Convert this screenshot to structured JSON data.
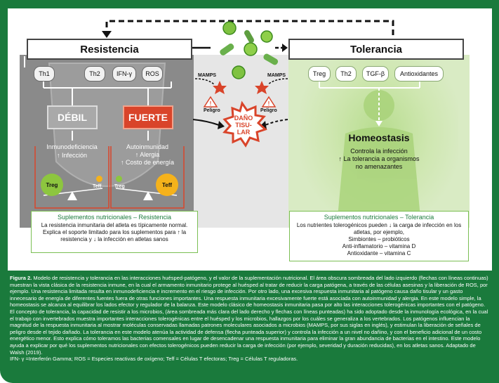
{
  "resistencia": {
    "title": "Resistencia",
    "chips": [
      "Th1",
      "Th2",
      "IFN-γ",
      "ROS"
    ],
    "debil": {
      "label": "DÉBIL",
      "line1": "Inmunodeficiencia",
      "line2": "↑ Infección",
      "treg": "Treg",
      "teff": "Teff"
    },
    "fuerte": {
      "label": "FUERTE",
      "line1": "Autoinmunidad",
      "line2": "↑ Alergia",
      "line3": "↑ Costo de energía",
      "treg": "Treg",
      "teff": "Teff"
    },
    "suplementos": {
      "title": "Suplementos nutricionales – Resistencia",
      "body": "La resistencia inmunitaria del atleta es típicamente normal. Explica el soporte limitado para los suplementos para ↑ la resistencia y ↓ la infección en atletas sanos"
    }
  },
  "center": {
    "mamps_left": "MAMPS",
    "mamps_right": "MAMPS",
    "peligro_left": "Peligro",
    "peligro_right": "Peligro",
    "dano": "DAÑO TISU- LAR"
  },
  "tolerancia": {
    "title": "Tolerancia",
    "chips": [
      "Treg",
      "Th2",
      "TGF-β",
      "Antioxidantes"
    ],
    "homeostasis": {
      "title": "Homeostasis",
      "line1": "Controla la infección",
      "line2": "↑ La tolerancia a organismos",
      "line3": "no amenazantes"
    },
    "suplementos": {
      "title": "Suplementos nutricionales – Tolerancia",
      "line1": "Los nutrientes tolerogénicos pueden ↓ la carga de infección en los",
      "line2": "atletas, por ejemplo,",
      "line3": "Simbiontes – probióticos",
      "line4": "Anti-inflamatorio – vitamina D",
      "line5": "Antioxidante – vitamina C"
    }
  },
  "caption": {
    "label": "Figura 2.",
    "text": "Modelo de resistencia y tolerancia en las interacciones huésped-patógeno, y el valor de la suplementación nutricional. El área obscura sombreada del lado izquierdo (flechas con líneas continuas) muestran la vista clásica de la resistencia inmune, en la cual el armamento inmunitario protege al huésped al tratar de reducir la carga patógena, a través de las células asesinas y la liberación de ROS, por ejemplo. Una resistencia limitada resulta en inmunodeficiencia e incremento en el riesgo de infección. Por otro lado, una excesiva respuesta inmunitaria al patógeno causa daño tisular y un gasto innecesario de energía de diferentes fuentes fuera de otras funciones importantes. Una respuesta inmunitaria excesivamente fuerte está asociada con autoinmunidad y alergia. En este modelo simple, la homeostasis se alcanza al equilibrar los lados efector y regulador de la balanza. Este modelo clásico de homeostasis inmunitaria pasa por alto las interacciones tolerogénicas importantes con el patógeno. El concepto de tolerancia, la capacidad de resistir a los microbios, (área sombreada más clara del lado derecho y flechas con líneas punteadas) ha sido adoptado desde la inmunología ecológica, en la cual el trabajo con invertebrados muestra importantes interacciones tolerogénicas entre el huésped y los microbios, hallazgos por los cuáles se generaliza a los vertebrados. Los patógenos influencian la magnitud de la respuesta inmunitaria al mostrar moléculas conservadas llamadas patrones moleculares asociados a microbios (MAMPS, por sus siglas en inglés), y estimulan la liberación de señales de peligro desde el tejido dañado. La tolerancia en este modelo atenúa la actividad de defensa (flecha punteada superior) y controla la infección a un nivel no dañino, y con el beneficio adicional de un costo energético menor. Esto explica cómo toleramos las bacterias comensales en lugar de desencadenar una respuesta inmunitaria para eliminar la gran abundancia de bacterias en el intestino. Este modelo ayuda a explicar por qué los suplementos nutricionales con efectos tolerogénicos pueden reducir la carga de infección (por ejemplo, severidad y duración reducidas), en los atletas sanos. Adaptado de Walsh (2019).",
    "abbrev": "IFN- γ =Interferón Gamma; ROS = Especies reactivas de oxígeno; Teff = Células T efectoras; Treg = Células T reguladoras."
  },
  "colors": {
    "frame": "#1a7a3c",
    "dark_shade": "#8a8a8a",
    "light_green": "#d9ebc4",
    "fuerte_red": "#d9442a",
    "treg_green": "#8dc63f",
    "teff_yellow": "#f5b21b"
  }
}
